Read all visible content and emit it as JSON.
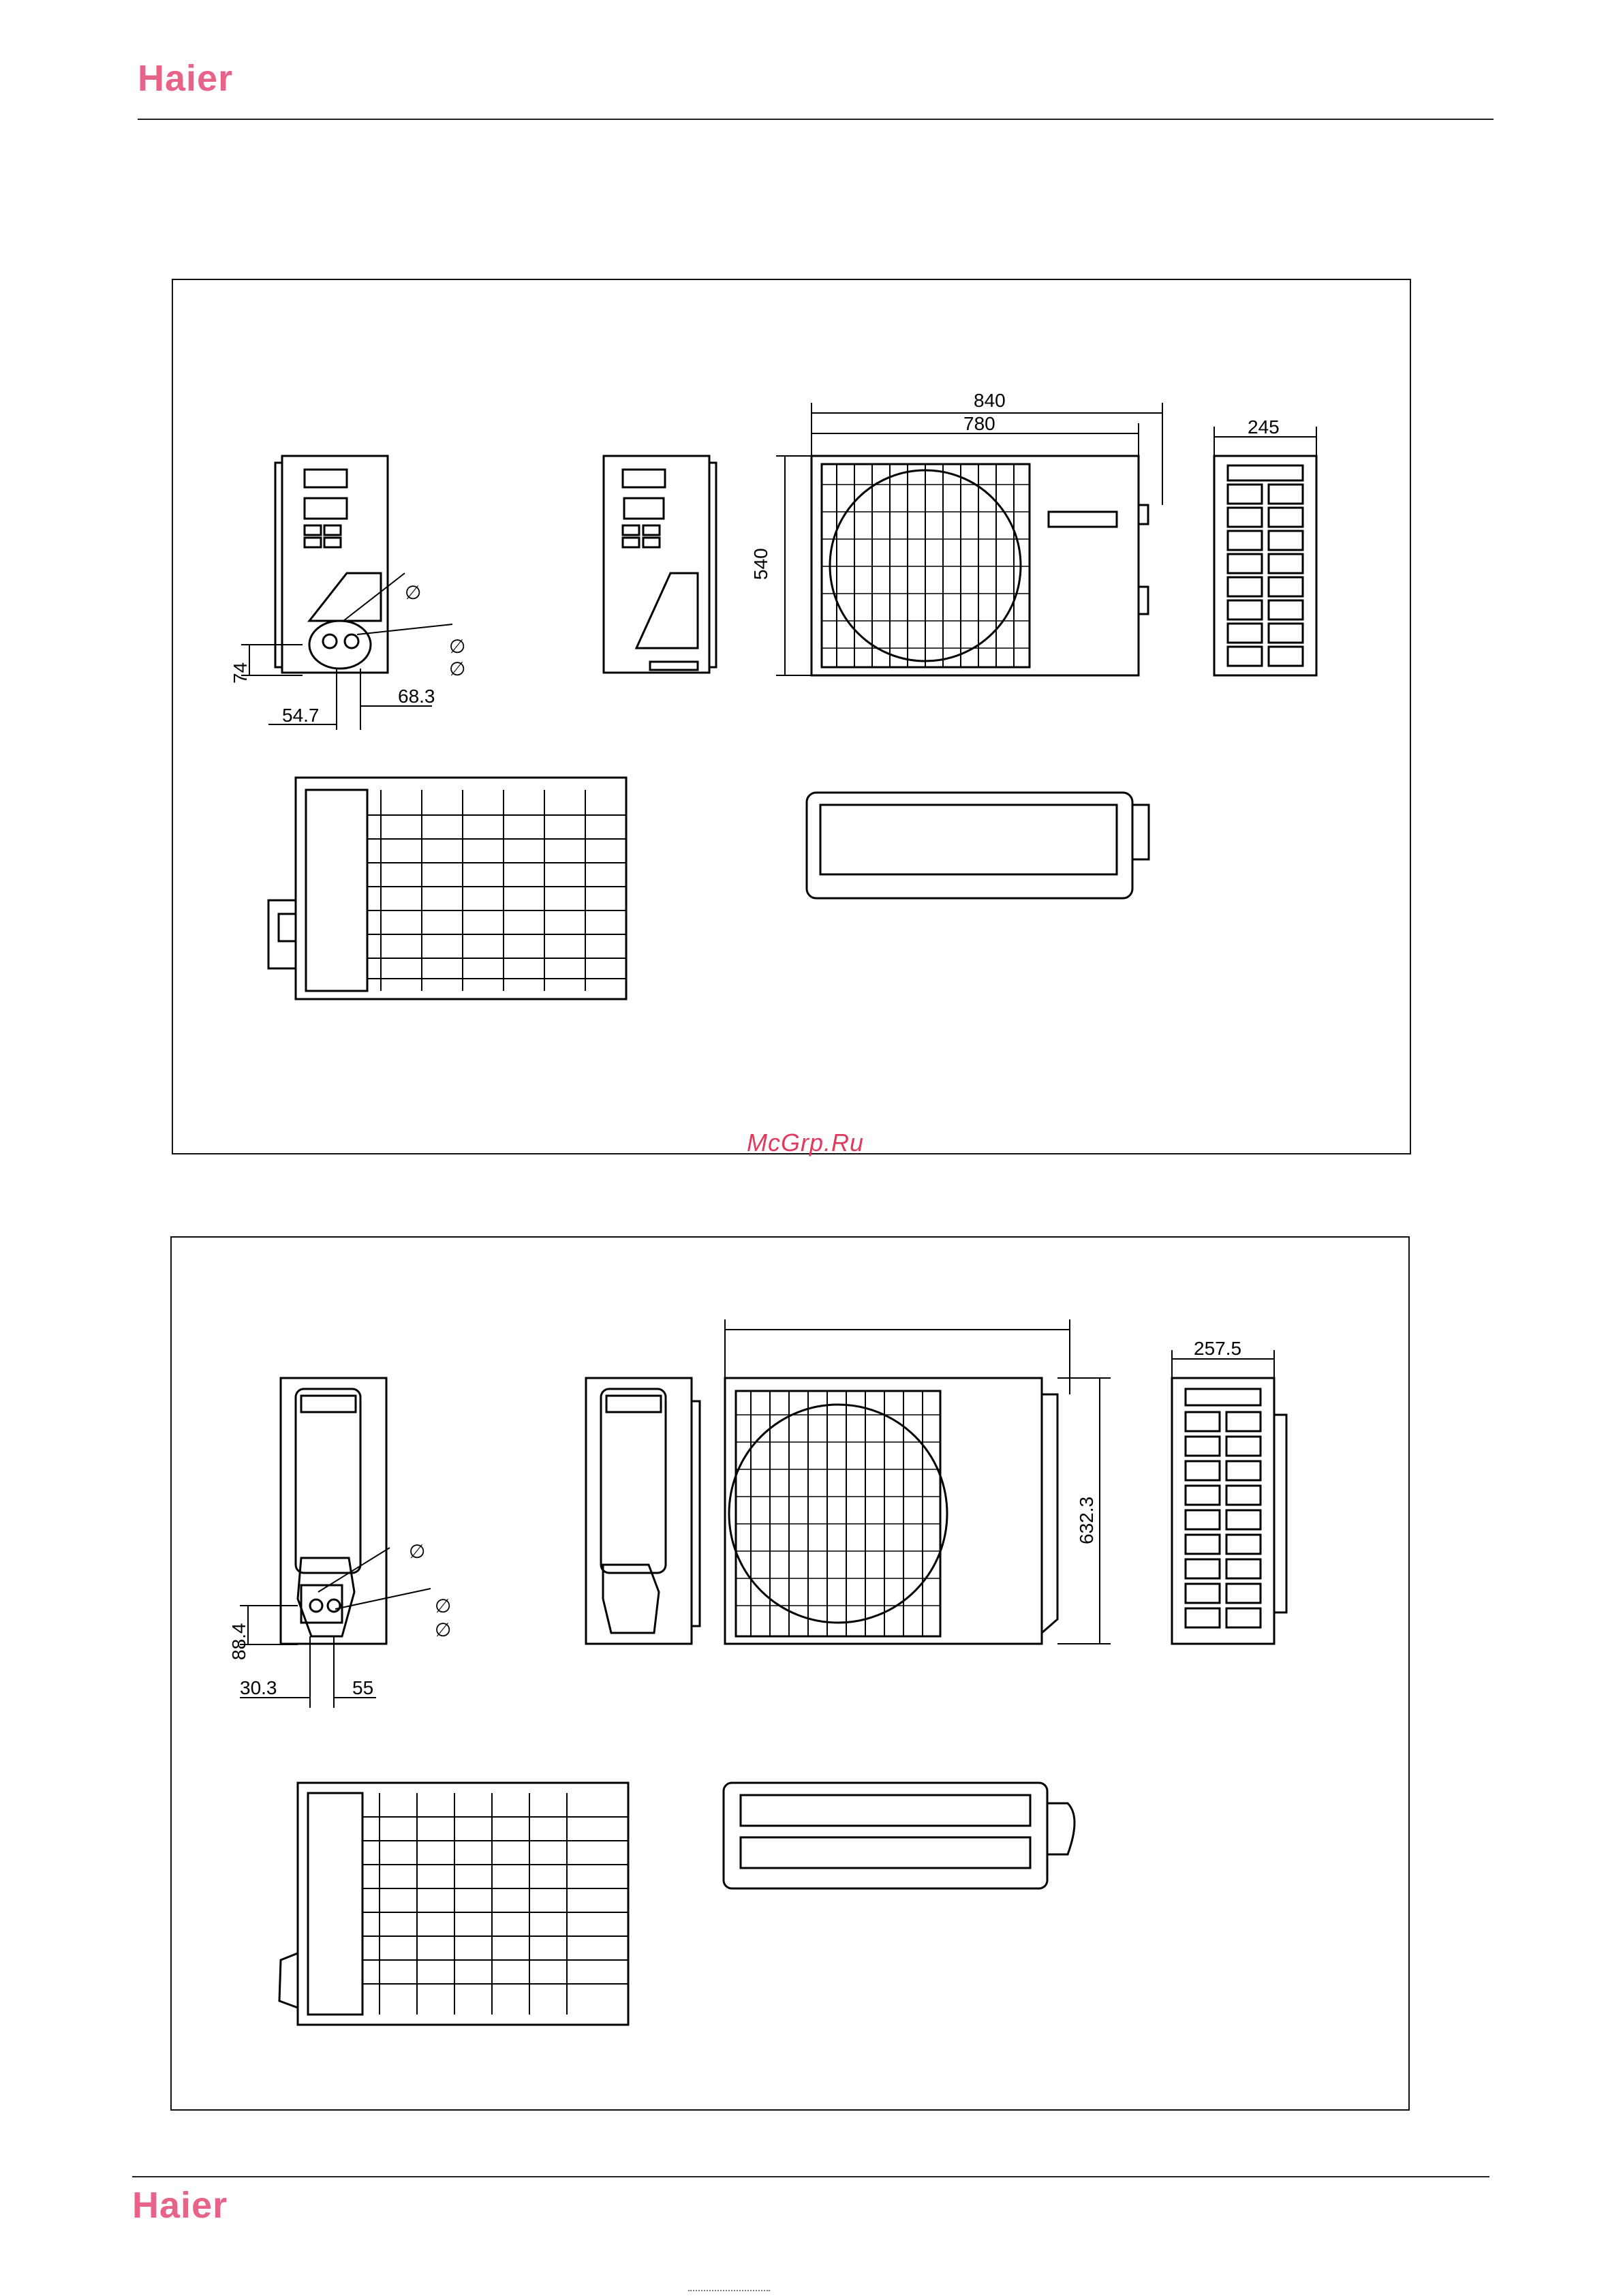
{
  "header": {
    "brand": "Haier"
  },
  "footer": {
    "brand": "Haier"
  },
  "watermark": "McGrp.Ru",
  "colors": {
    "brand": "#e8638a",
    "watermark": "#e03a5e",
    "line": "#000000"
  },
  "diagram1": {
    "dims": {
      "width_outer": "840",
      "width_inner": "780",
      "height": "540",
      "depth": "245",
      "pipe_height": "74",
      "pipe_offset_left": "54.7",
      "pipe_offset_right": "68.3",
      "dia1": "∅",
      "dia2": "∅",
      "dia3": "∅"
    }
  },
  "diagram2": {
    "dims": {
      "height": "632.3",
      "depth": "257.5",
      "pipe_height": "88.4",
      "pipe_offset_left": "30.3",
      "pipe_offset_right": "55",
      "dia1": "∅",
      "dia2": "∅",
      "dia3": "∅"
    }
  }
}
